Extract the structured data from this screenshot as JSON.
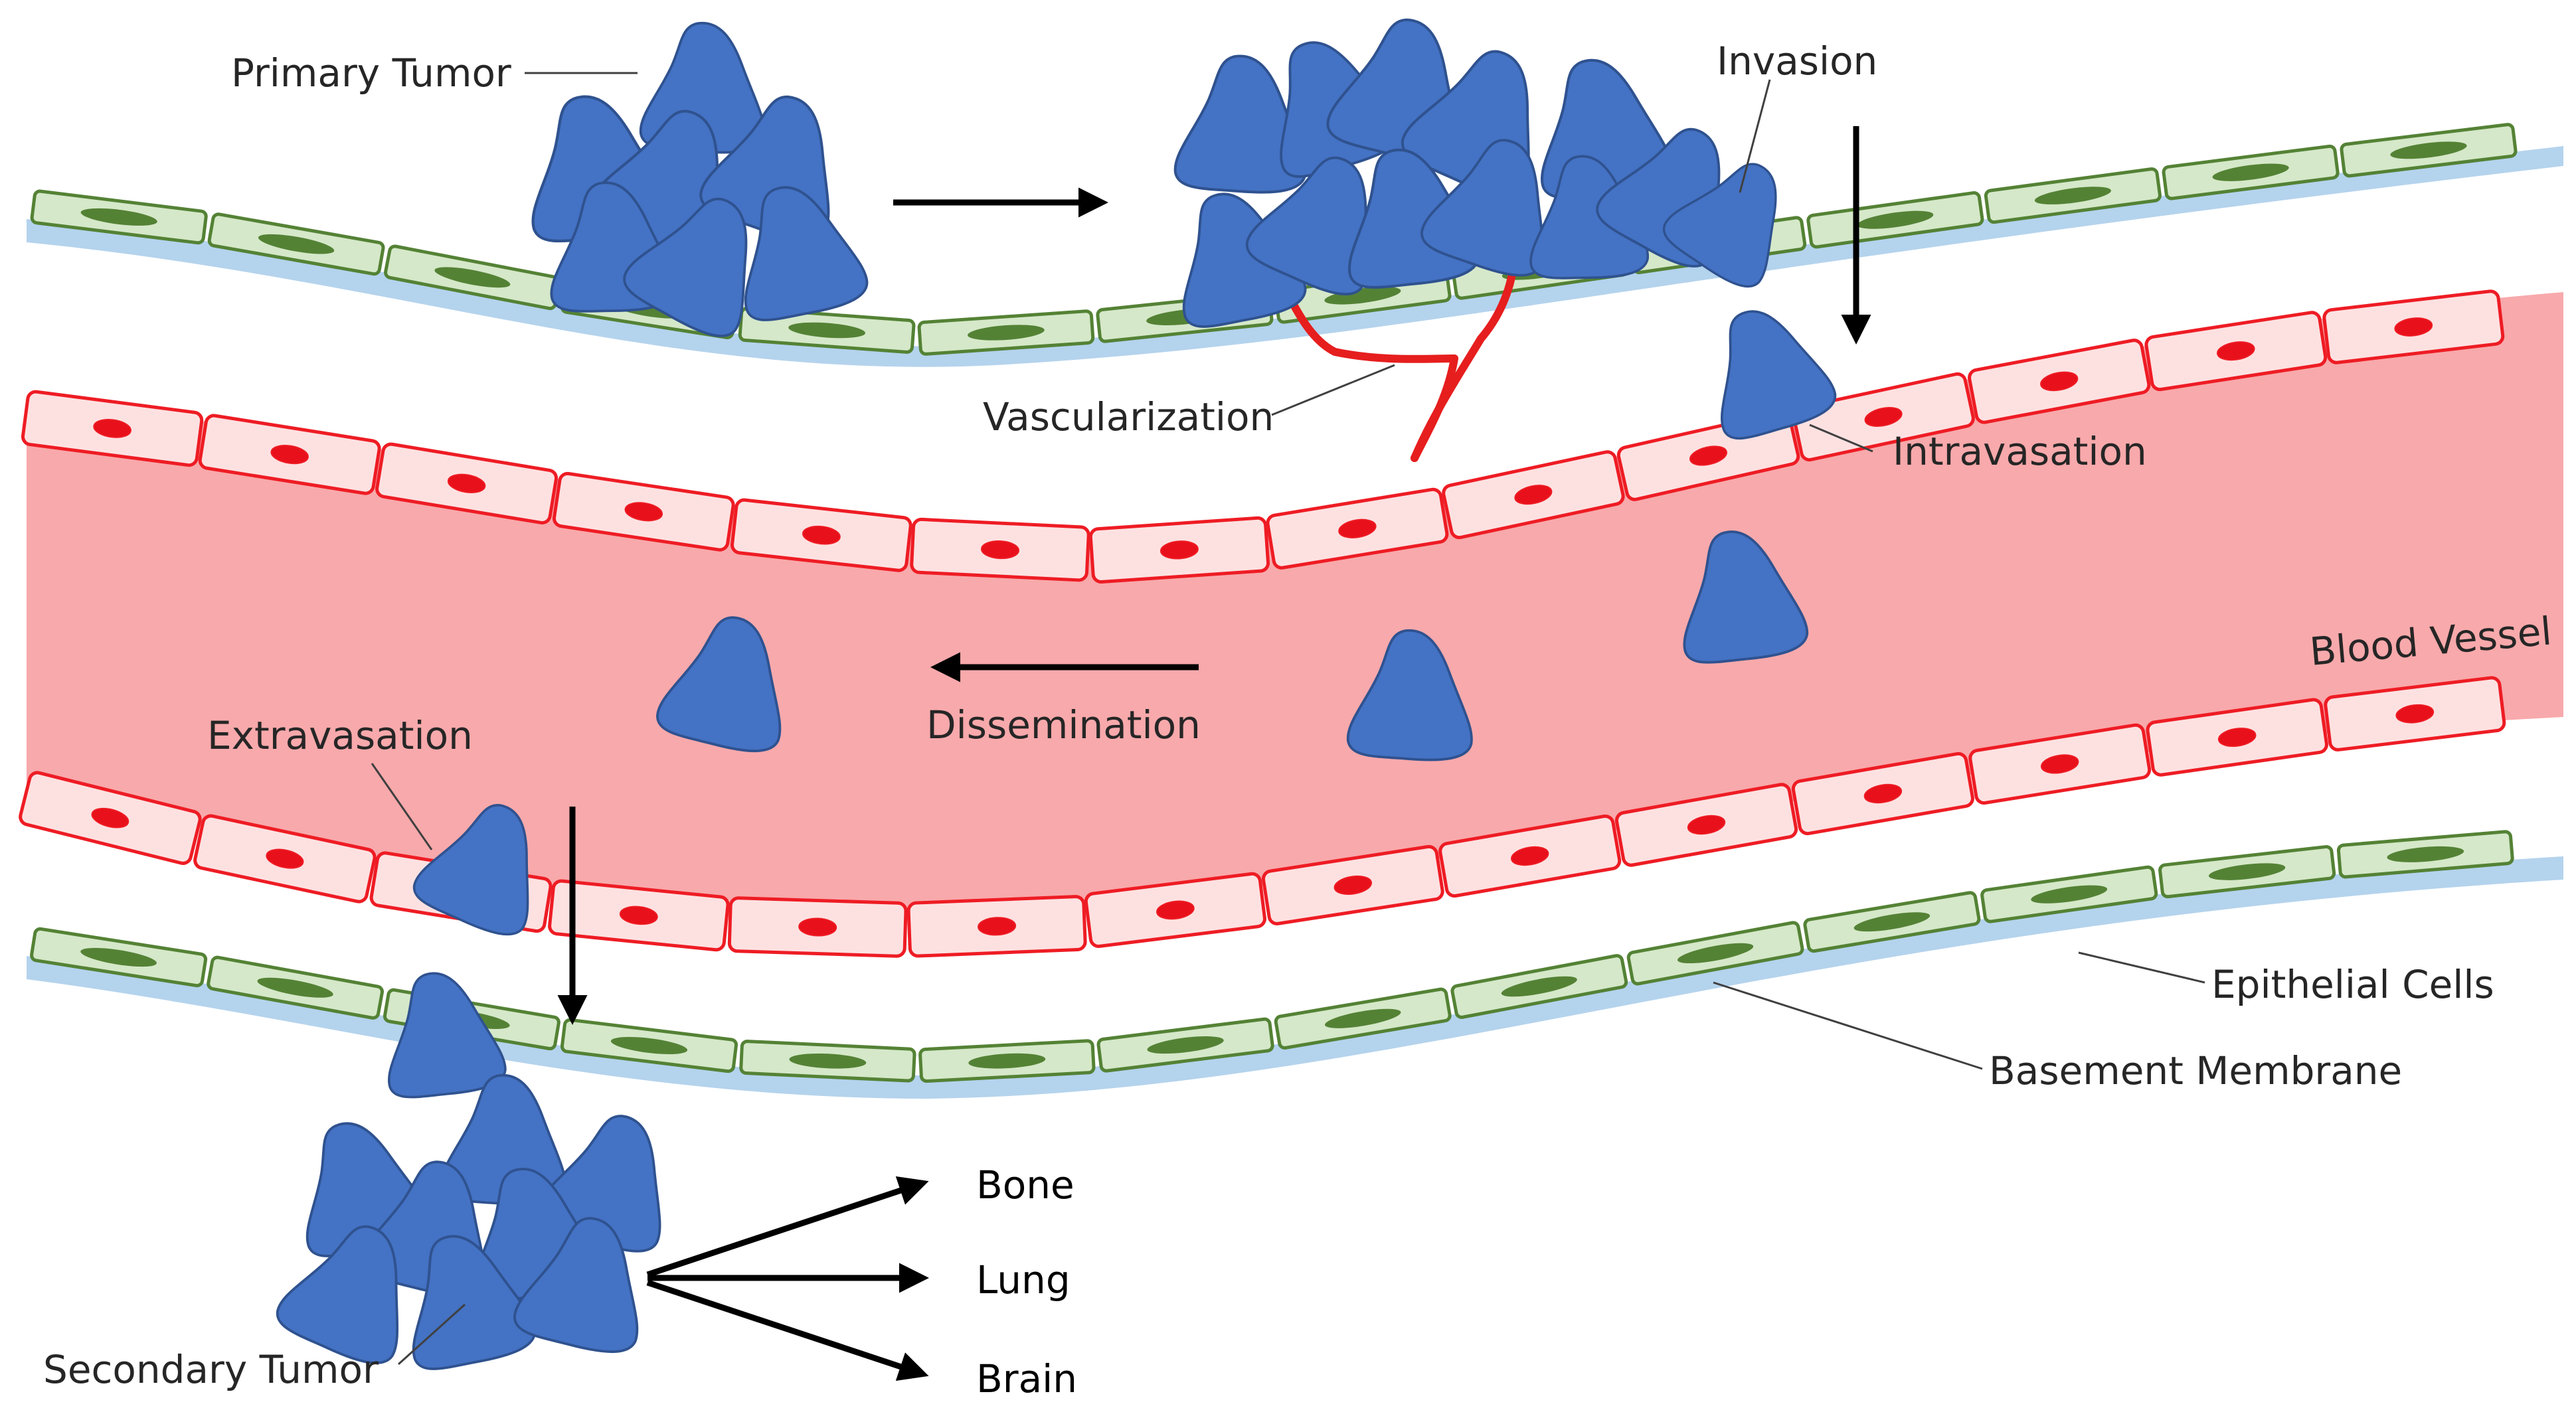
{
  "colors": {
    "tumor": "#4472c4",
    "tumor_stroke": "#2f528f",
    "vessel_fill": "#f8a9ab",
    "endothelial_fill": "#fde1e1",
    "endothelial_stroke": "#ee1c24",
    "nucleus_red": "#e8101a",
    "epithelial_fill": "#d5e8c9",
    "epithelial_stroke": "#548235",
    "nucleus_green": "#548235",
    "basement_membrane": "#b4d3ed",
    "capillary": "#e61e1e",
    "arrow": "#000000"
  },
  "labels": {
    "primary_tumor": "Primary Tumor",
    "invasion": "Invasion",
    "vascularization": "Vascularization",
    "intravasation": "Intravasation",
    "blood_vessel": "Blood Vessel",
    "dissemination": "Dissemination",
    "extravasation": "Extravasation",
    "epithelial_cells": "Epithelial Cells",
    "basement_membrane": "Basement Membrane",
    "secondary_tumor": "Secondary Tumor",
    "targets": [
      "Bone",
      "Lung",
      "Brain"
    ]
  },
  "icons": {
    "tumor_cell": "rounded-triangle-blob",
    "endothelial_cell": "rounded-rectangle-with-red-nucleus",
    "epithelial_cell": "rounded-rectangle-with-green-nucleus"
  }
}
